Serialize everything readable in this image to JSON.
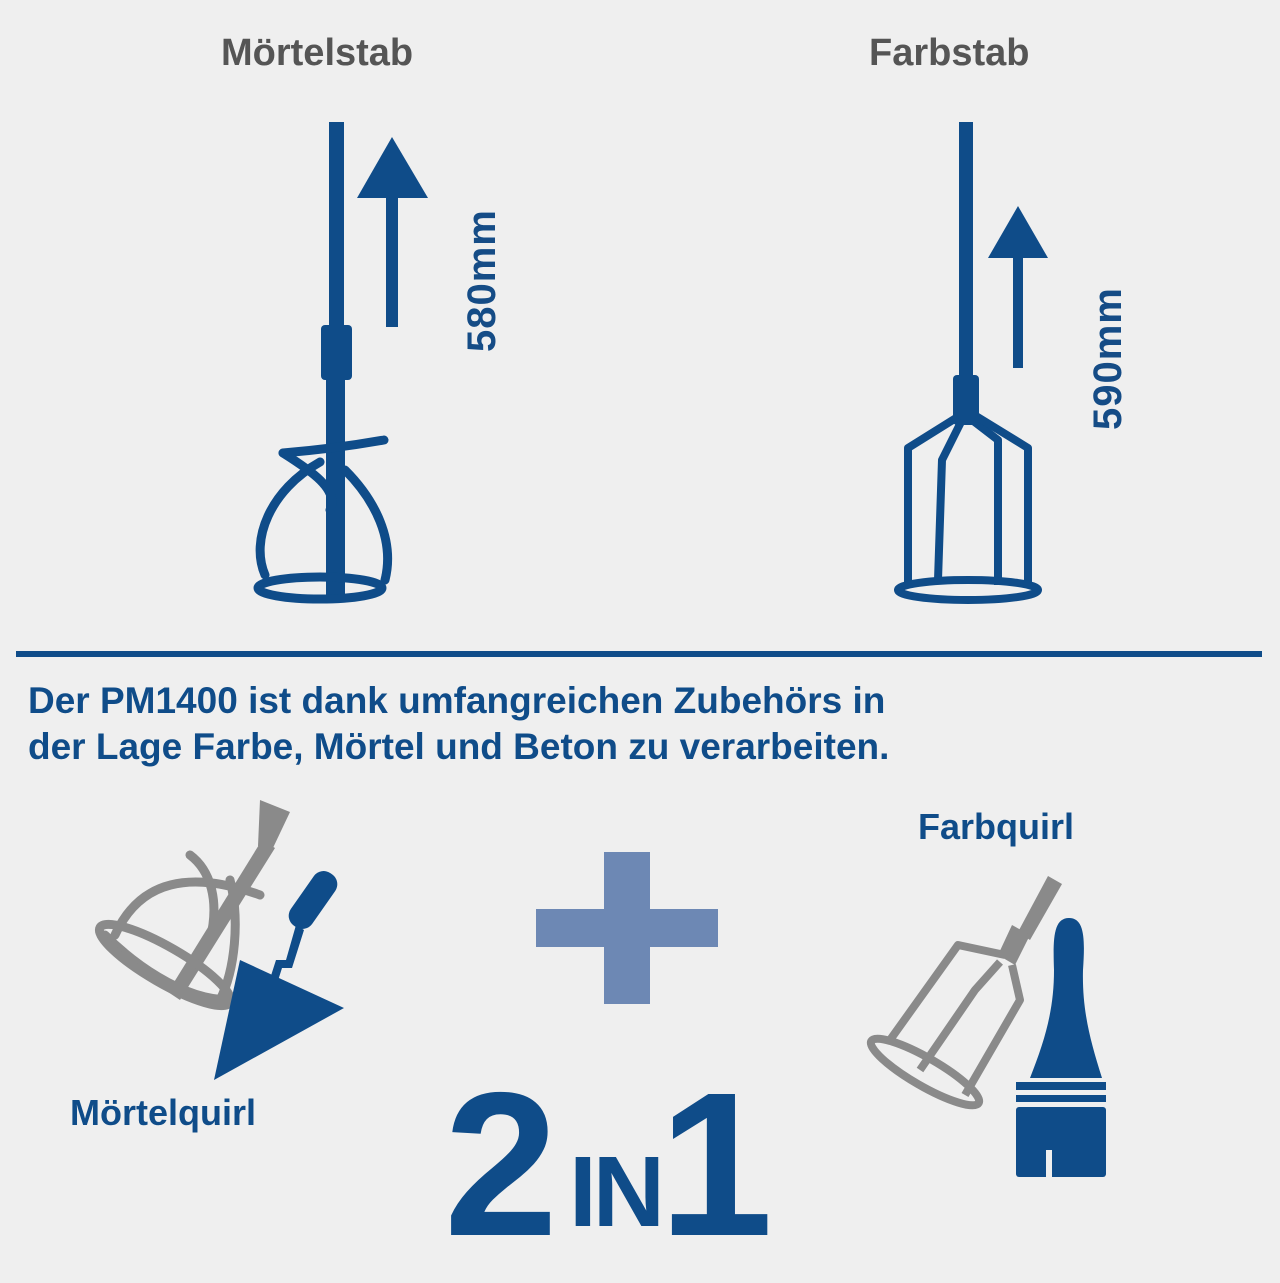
{
  "colors": {
    "background": "#efefef",
    "primary_blue": "#0f4c89",
    "light_blue": "#6d88b4",
    "grey": "#8a8a8a",
    "title_grey": "#555555"
  },
  "top": {
    "left": {
      "title": "Mörtelstab",
      "dimension": "580mm",
      "icon": "mortar-mixer-paddle-icon"
    },
    "right": {
      "title": "Farbstab",
      "dimension": "590mm",
      "icon": "paint-mixer-paddle-icon"
    }
  },
  "description": {
    "line1": "Der PM1400 ist dank umfangreichen Zubehörs in",
    "line2": "der Lage Farbe, Mörtel und Beton zu verarbeiten."
  },
  "bottom": {
    "left_label": "Mörtelquirl",
    "right_label": "Farbquirl",
    "plus_symbol": "+",
    "badge": {
      "num1": "2",
      "word": "IN",
      "num2": "1"
    }
  }
}
